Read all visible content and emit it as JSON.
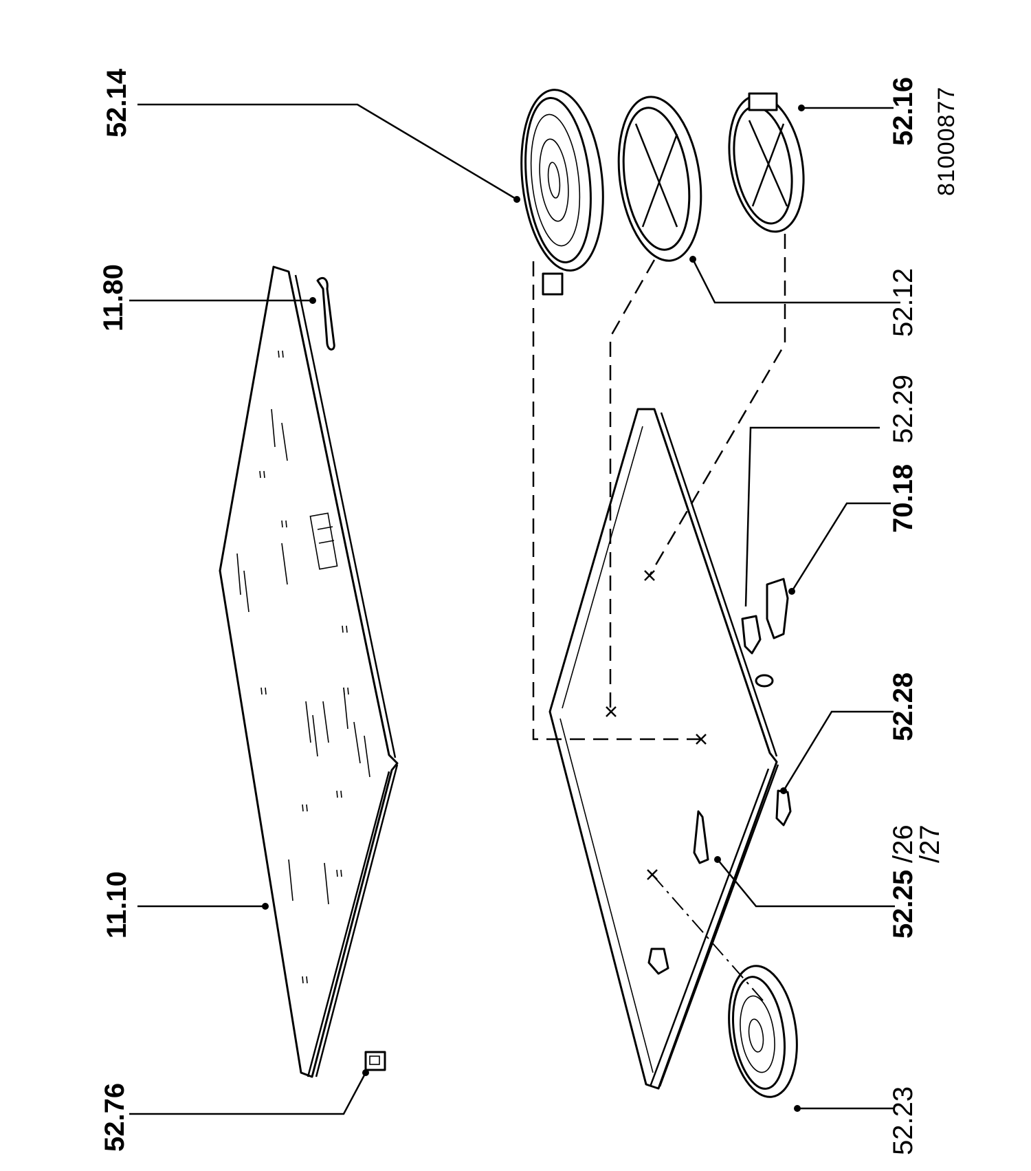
{
  "diagram": {
    "reference_number": "81000877",
    "labels": [
      {
        "id": "52.14",
        "text": "52.14",
        "weight": "bold"
      },
      {
        "id": "11.80",
        "text": "11.80",
        "weight": "bold"
      },
      {
        "id": "11.10",
        "text": "11.10",
        "weight": "bold"
      },
      {
        "id": "52.76",
        "text": "52.76",
        "weight": "bold"
      },
      {
        "id": "52.16",
        "text": "52.16",
        "weight": "bold"
      },
      {
        "id": "52.12",
        "text": "52.12",
        "weight": "bold"
      },
      {
        "id": "52.29",
        "text": "52.29",
        "weight": "normal"
      },
      {
        "id": "70.18",
        "text": "70.18",
        "weight": "bold"
      },
      {
        "id": "52.28",
        "text": "52.28",
        "weight": "bold"
      },
      {
        "id": "52.25",
        "text": "52.25",
        "weight": "bold"
      },
      {
        "id": "26",
        "text": "/26",
        "weight": "normal"
      },
      {
        "id": "27",
        "text": "/27",
        "weight": "normal"
      },
      {
        "id": "52.23",
        "text": "52.23",
        "weight": "normal"
      }
    ]
  }
}
